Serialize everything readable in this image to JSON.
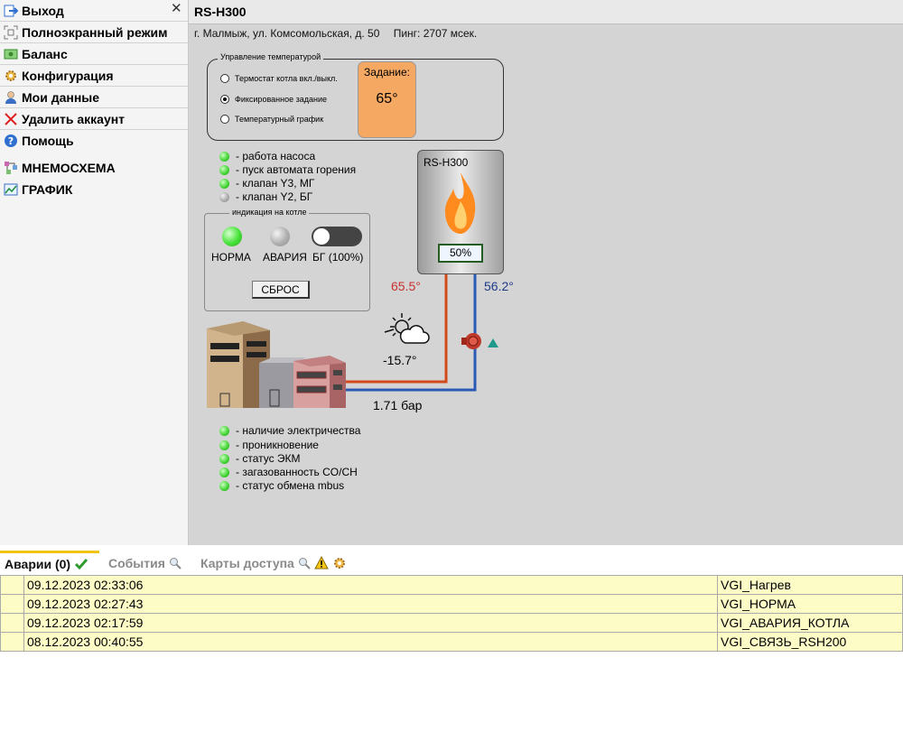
{
  "sidebar": {
    "items": [
      {
        "label": "Выход",
        "icon": "exit-icon"
      },
      {
        "label": "Полноэкранный режим",
        "icon": "fullscreen-icon"
      },
      {
        "label": "Баланс",
        "icon": "money-icon"
      },
      {
        "label": "Конфигурация",
        "icon": "gear-icon"
      },
      {
        "label": "Мои данные",
        "icon": "user-icon"
      },
      {
        "label": "Удалить аккаунт",
        "icon": "delete-icon"
      },
      {
        "label": "Помощь",
        "icon": "help-icon"
      },
      {
        "label": "МНЕМОСХЕМА",
        "icon": "schema-icon"
      },
      {
        "label": "ГРАФИК",
        "icon": "chart-icon"
      }
    ],
    "close_symbol": "✕"
  },
  "main": {
    "title": "RS-H300",
    "address": "г. Малмыж, ул. Комсомольская, д. 50",
    "ping": "Пинг: 2707 мсек."
  },
  "temperature_control": {
    "legend": "Управление температурой",
    "options": [
      {
        "label": "Термостат котла вкл./выкл.",
        "selected": false
      },
      {
        "label": "Фиксированное задание",
        "selected": true
      },
      {
        "label": "Температурный график",
        "selected": false
      }
    ],
    "setpoint_label": "Задание:",
    "setpoint_value": "65°"
  },
  "status_indicators": [
    {
      "label": "- работа насоса",
      "state": "on"
    },
    {
      "label": "- пуск автомата горения",
      "state": "on"
    },
    {
      "label": "- клапан Y3, МГ",
      "state": "on"
    },
    {
      "label": "- клапан Y2, БГ",
      "state": "off"
    }
  ],
  "boiler_indication": {
    "legend": "индикация на котле",
    "norma_label": "НОРМА",
    "alarm_label": "АВАРИЯ",
    "bg_label": "БГ (100%)",
    "reset_label": "СБРОС"
  },
  "boiler": {
    "name": "RS-H300",
    "power": "50%",
    "supply_temp": "65.5°",
    "return_temp": "56.2°",
    "outdoor_temp": "-15.7°",
    "pressure": "1.71 бар"
  },
  "site_indicators": [
    {
      "label": "- наличие электричества",
      "state": "on"
    },
    {
      "label": "- проникновение",
      "state": "on"
    },
    {
      "label": "- статус ЭКМ",
      "state": "on"
    },
    {
      "label": "- загазованность CO/CH",
      "state": "on"
    },
    {
      "label": "- статус обмена mbus",
      "state": "on"
    }
  ],
  "tabs": [
    {
      "label": "Аварии (0)",
      "active": true
    },
    {
      "label": "События",
      "active": false
    },
    {
      "label": "Карты доступа",
      "active": false
    }
  ],
  "alarms": [
    {
      "time": "09.12.2023 02:33:06",
      "event": "VGI_Нагрев"
    },
    {
      "time": "09.12.2023 02:27:43",
      "event": "VGI_НОРМА"
    },
    {
      "time": "09.12.2023 02:17:59",
      "event": "VGI_АВАРИЯ_КОТЛА"
    },
    {
      "time": "08.12.2023 00:40:55",
      "event": "VGI_СВЯЗЬ_RSH200"
    }
  ],
  "colors": {
    "supply_pipe": "#d24a1a",
    "return_pipe": "#2a5ab4",
    "setpoint_bg": "#f5a862",
    "active_tab": "#f1c40f",
    "alarm_row": "#fefcc6"
  }
}
